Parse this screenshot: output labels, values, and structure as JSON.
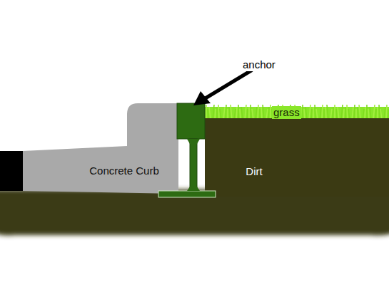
{
  "diagram": {
    "nodes": [
      {
        "text": [
          "Concrete Curb"
        ]
      },
      {
        "text": [
          "Dirt"
        ]
      }
    ],
    "labels": [
      "anchor",
      "grass"
    ]
  }
}
